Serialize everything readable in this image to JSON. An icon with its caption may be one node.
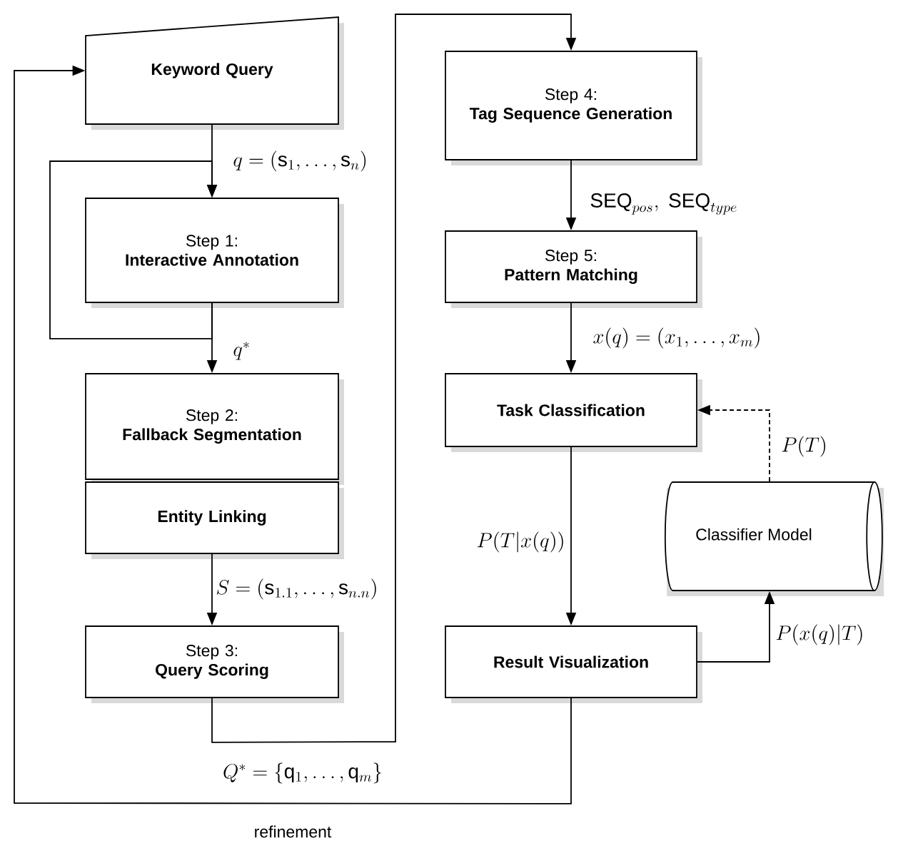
{
  "diagram": {
    "nodes": [
      {
        "text": [
          "Keyword Query"
        ]
      },
      {
        "text": [
          "Step 1:",
          "Interactive Annotation"
        ]
      },
      {
        "text": [
          "Step 2:",
          "Fallback Segmentation"
        ]
      },
      {
        "text": [
          "Entity Linking"
        ]
      },
      {
        "text": [
          "Step 3:",
          "Query Scoring"
        ]
      },
      {
        "text": [
          "Step 4:",
          "Tag Sequence Generation"
        ]
      },
      {
        "text": [
          "Step 5:",
          "Pattern Matching"
        ]
      },
      {
        "text": [
          "Task Classification"
        ]
      },
      {
        "text": [
          "Result Visualization"
        ]
      },
      {
        "text": [
          "Classifier Model"
        ]
      }
    ],
    "edges": [
      {
        "from": 0,
        "to": 1,
        "arrow": "to",
        "label": "q=(\\mathrm{s}_{1},\\ldots,\\mathrm{s}_{n})"
      },
      {
        "from": 1,
        "to": 1,
        "arrow": "to"
      },
      {
        "from": 1,
        "to": 2,
        "arrow": "to",
        "label": "q^{*}"
      },
      {
        "from": 3,
        "to": 4,
        "arrow": "to",
        "label": "S=(\\mathrm{s}_{1.1},\\ldots,\\mathrm{s}_{n.n})"
      },
      {
        "from": 4,
        "to": 5,
        "arrow": "to",
        "label": "Q^{*}=\\{\\mathrm{q}_{1},\\ldots,\\mathrm{q}_{m}\\}"
      },
      {
        "from": 5,
        "to": 6,
        "arrow": "to",
        "label": "\\mathrm{SEQ}_{pos},\\ \\mathrm{SEQ}_{type}"
      },
      {
        "from": 6,
        "to": 7,
        "arrow": "to",
        "label": "x(q)=(x_{1},\\ldots,x_{m})"
      },
      {
        "from": 7,
        "to": 8,
        "arrow": "to",
        "label": "P(T|x(q))"
      },
      {
        "from": 8,
        "to": 9,
        "arrow": "to",
        "label": "P(x(q)|T)"
      },
      {
        "from": 9,
        "to": 7,
        "arrow": "to",
        "style": "dashed",
        "label": "P(T)"
      },
      {
        "from": 8,
        "to": 0,
        "arrow": "to",
        "label": "refinement"
      }
    ]
  }
}
